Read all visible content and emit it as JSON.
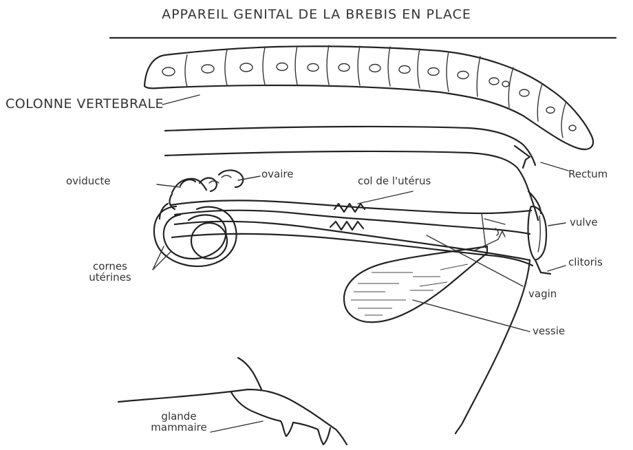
{
  "title": "APPAREIL GENITAL DE LA BREBIS EN PLACE",
  "labels": {
    "colonne": "COLONNE VERTEBRALE",
    "rectum": "Rectum",
    "oviducte": "oviducte",
    "ovaire": "ovaire",
    "col": "col de l'utérus",
    "vulve": "vulve",
    "clitoris": "clitoris",
    "cornes_line1": "cornes",
    "cornes_line2": "utérines",
    "vagin": "vagin",
    "vessie": "vessie",
    "glande_line1": "glande",
    "glande_line2": "mammaire"
  }
}
